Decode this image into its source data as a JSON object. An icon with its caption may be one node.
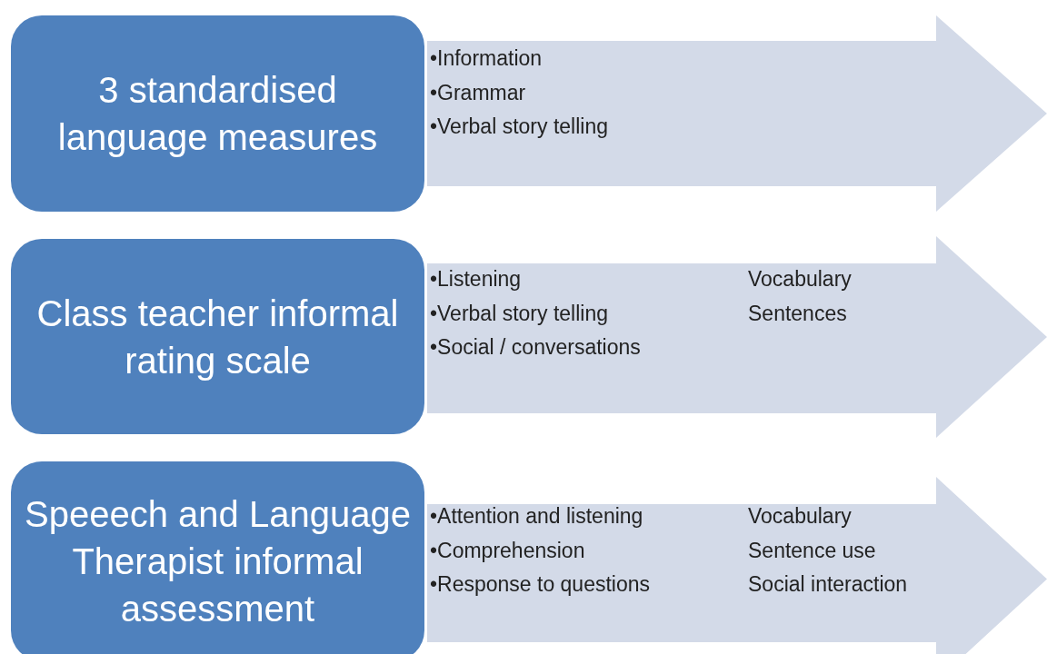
{
  "diagram": {
    "nodes": [
      {
        "text": [
          "3 standardised language measures"
        ]
      },
      {
        "text": [
          "•Information",
          "•Grammar",
          "•Verbal story telling"
        ]
      },
      {
        "text": [
          "Class teacher informal rating scale"
        ]
      },
      {
        "text": [
          "•Listening",
          "•Verbal story telling",
          "•Social / conversations",
          "Vocabulary",
          "Sentences"
        ]
      },
      {
        "text": [
          "Speeech and Language Therapist informal assessment"
        ]
      },
      {
        "text": [
          "•Attention and listening",
          "•Comprehension",
          "•Response to questions",
          "Vocabulary",
          "Sentence use",
          "Social interaction"
        ]
      }
    ]
  }
}
